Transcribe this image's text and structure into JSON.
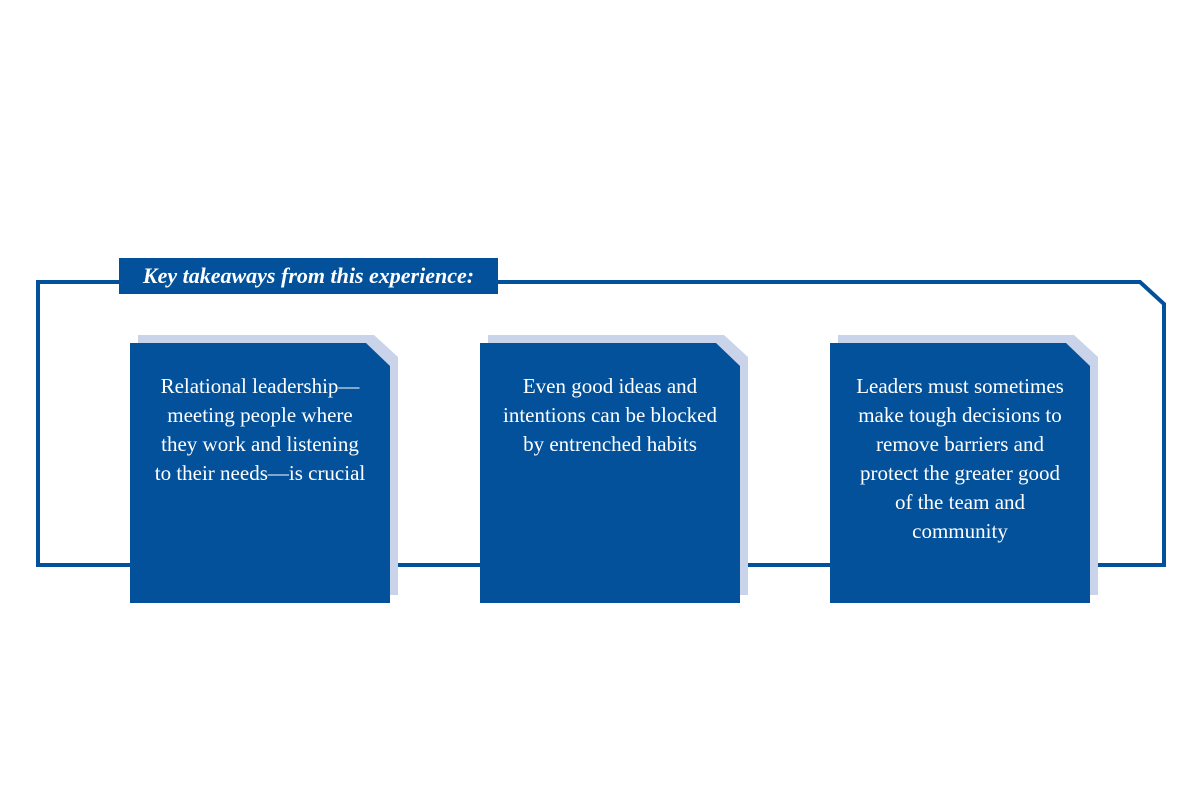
{
  "title": "Key takeaways from this experience:",
  "colors": {
    "primary": "#03519a",
    "shadow": "#c9d3ea",
    "text": "#ffffff",
    "background": "#ffffff"
  },
  "cards": [
    {
      "text": "Relational leadership—meeting people where they work and listening to their needs—is crucial"
    },
    {
      "text": "Even good ideas and intentions can be blocked by entrenched habits"
    },
    {
      "text": "Leaders must sometimes make tough decisions to remove barriers and protect the greater good of the team and community"
    }
  ]
}
